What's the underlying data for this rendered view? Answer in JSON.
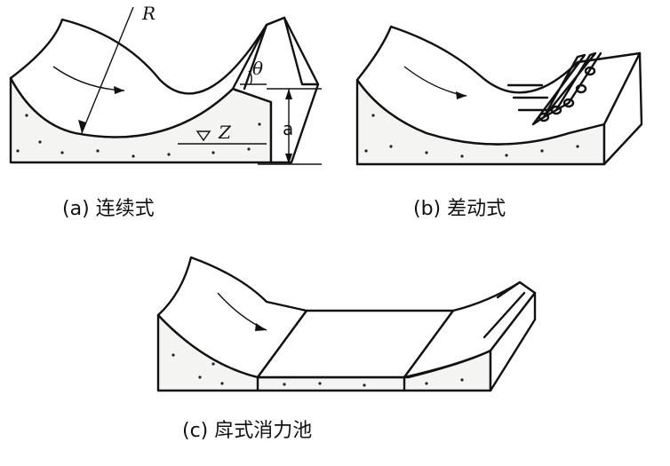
{
  "figures": [
    {
      "id": "a",
      "caption": "(a) 连续式",
      "labels": {
        "radius": "R",
        "angle": "θ",
        "height": "a",
        "elevation": "Z"
      }
    },
    {
      "id": "b",
      "caption": "(b) 差动式"
    },
    {
      "id": "c",
      "caption": "(c) 戽式消力池"
    }
  ]
}
